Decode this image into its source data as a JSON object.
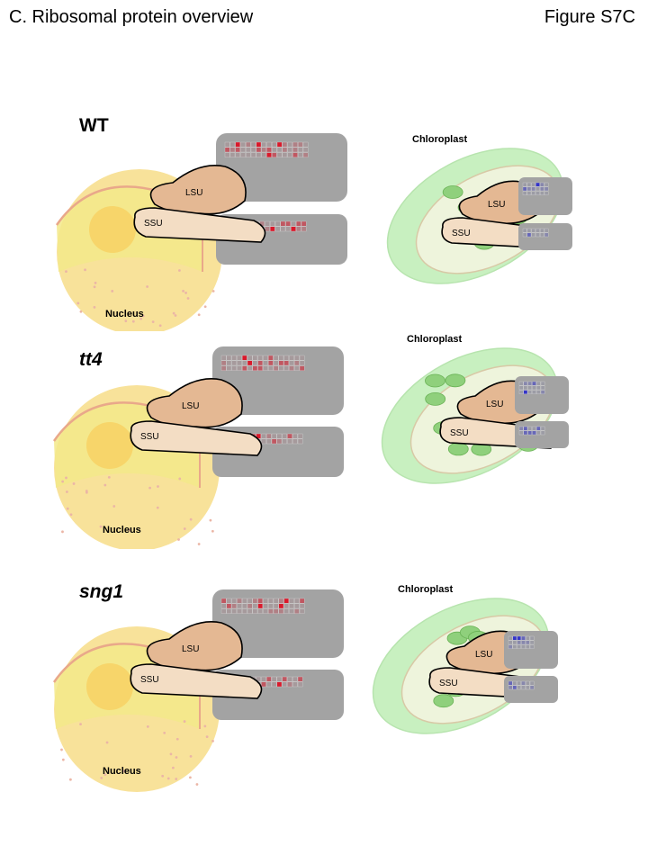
{
  "header": {
    "title": "C. Ribosomal protein overview",
    "figure_label": "Figure S7C"
  },
  "panels": [
    {
      "genotype": "WT",
      "italic": false
    },
    {
      "genotype": "tt4",
      "italic": true
    },
    {
      "genotype": "sng1",
      "italic": true
    }
  ],
  "labels": {
    "lsu": "LSU",
    "ssu": "SSU",
    "nucleus": "Nucleus",
    "chloroplast": "Chloroplast"
  },
  "colors": {
    "nucleus_cell": "#f8e29a",
    "nucleus_core": "#f3e98a",
    "ribosome": "#e4b893",
    "chloroplast": "#c8f0c0",
    "heatmap_box": "#a3a3a3",
    "cytosolic_heat": "#d9192b",
    "plastid_heat": "#3434c8"
  }
}
